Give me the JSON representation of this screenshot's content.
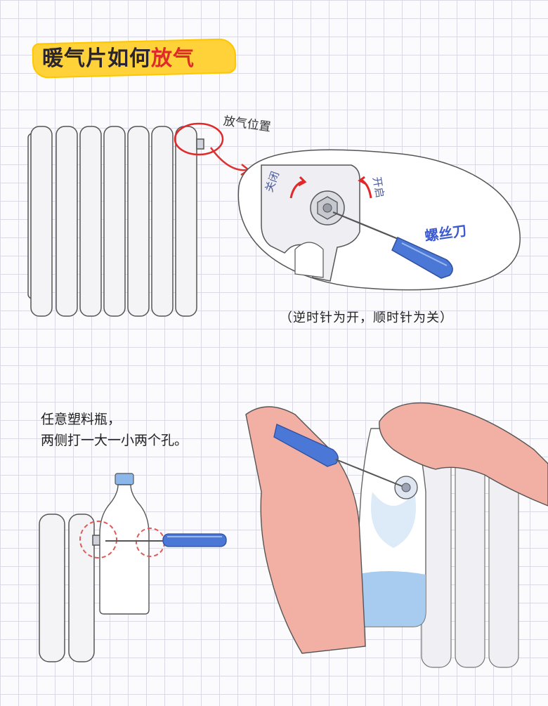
{
  "title": {
    "main": "暖气片如何",
    "accent": "放气"
  },
  "labels": {
    "vent_location": "放气位置",
    "close": "关闭",
    "open": "开启",
    "screwdriver": "螺丝刀",
    "direction_note": "（逆时针为开，顺时针为关）",
    "bottle_line1": "任意塑料瓶，",
    "bottle_line2": "两侧打一大一小两个孔。"
  },
  "colors": {
    "accent": "#e02a2a",
    "banner": "#ffd23a",
    "screwdriver": "#4b78d6",
    "skin": "#f2b0a4",
    "water": "#9fc7ee",
    "radiator": "#f4f4f7",
    "outline": "#555555"
  }
}
